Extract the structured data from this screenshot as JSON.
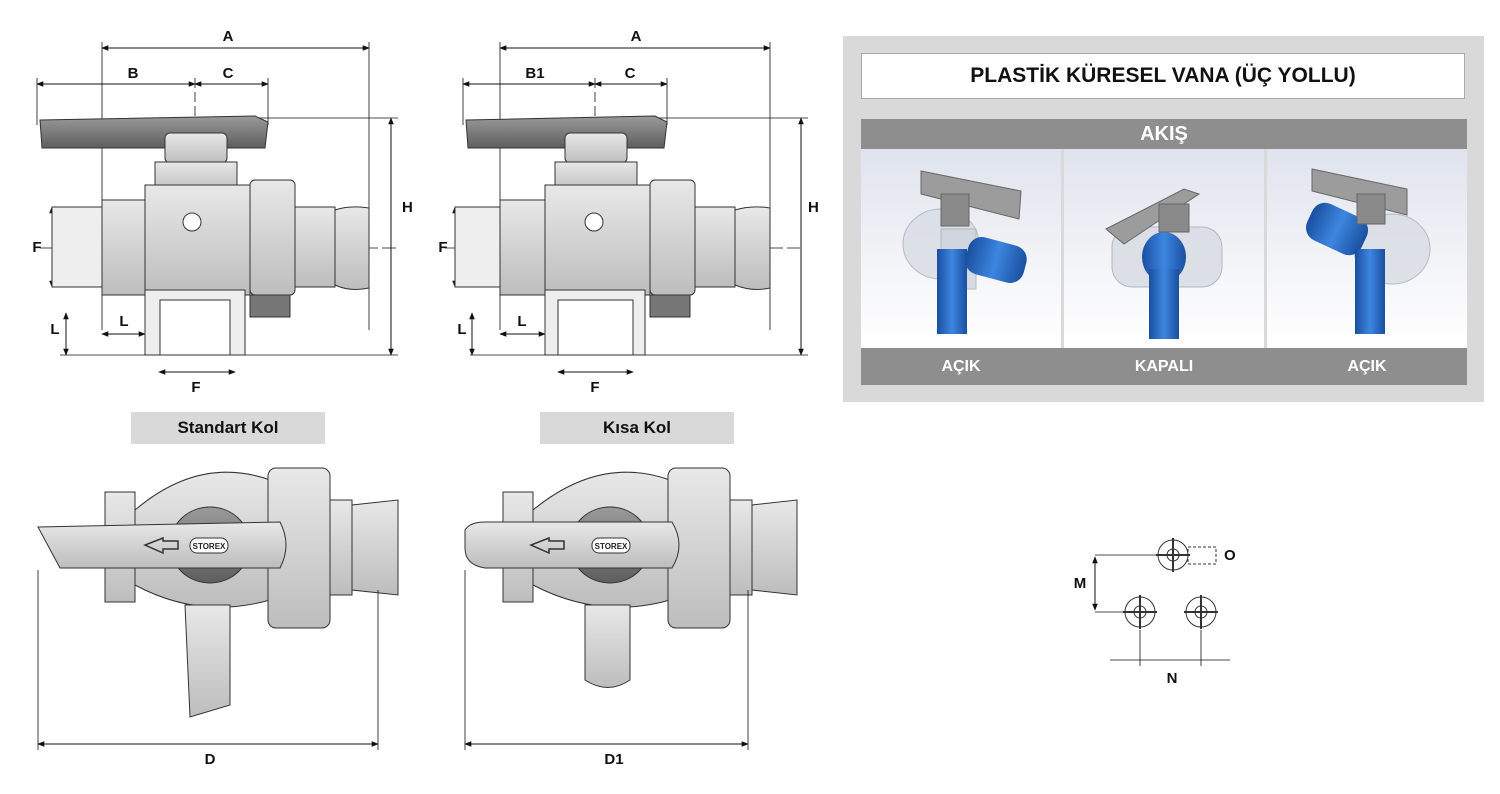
{
  "drawing": {
    "standard": {
      "dim_a": "A",
      "dim_b": "B",
      "dim_c": "C",
      "dim_h": "H",
      "dim_f_side": "F",
      "dim_f_bottom": "F",
      "dim_l_vertical": "L",
      "dim_l_horizontal": "L",
      "dim_d": "D",
      "caption": "Standart Kol"
    },
    "short": {
      "dim_a": "A",
      "dim_b": "B1",
      "dim_c": "C",
      "dim_h": "H",
      "dim_f_side": "F",
      "dim_f_bottom": "F",
      "dim_l_vertical": "L",
      "dim_l_horizontal": "L",
      "dim_d": "D1",
      "caption": "Kısa Kol"
    },
    "mounting": {
      "dim_m": "M",
      "dim_n": "N",
      "dim_o": "O"
    },
    "handle_logo": "STOREX"
  },
  "panel": {
    "title": "PLASTİK KÜRESEL VANA (ÜÇ YOLLU)",
    "flow_label": "AKIŞ",
    "positions": [
      {
        "label": "AÇIK"
      },
      {
        "label": "KAPALI"
      },
      {
        "label": "AÇIK"
      }
    ]
  },
  "colors": {
    "panel_bg": "#d9d9d9",
    "bar": "#8e8e8e",
    "flow_blue": "#1f63c4",
    "metal": "#a9a9a9"
  }
}
